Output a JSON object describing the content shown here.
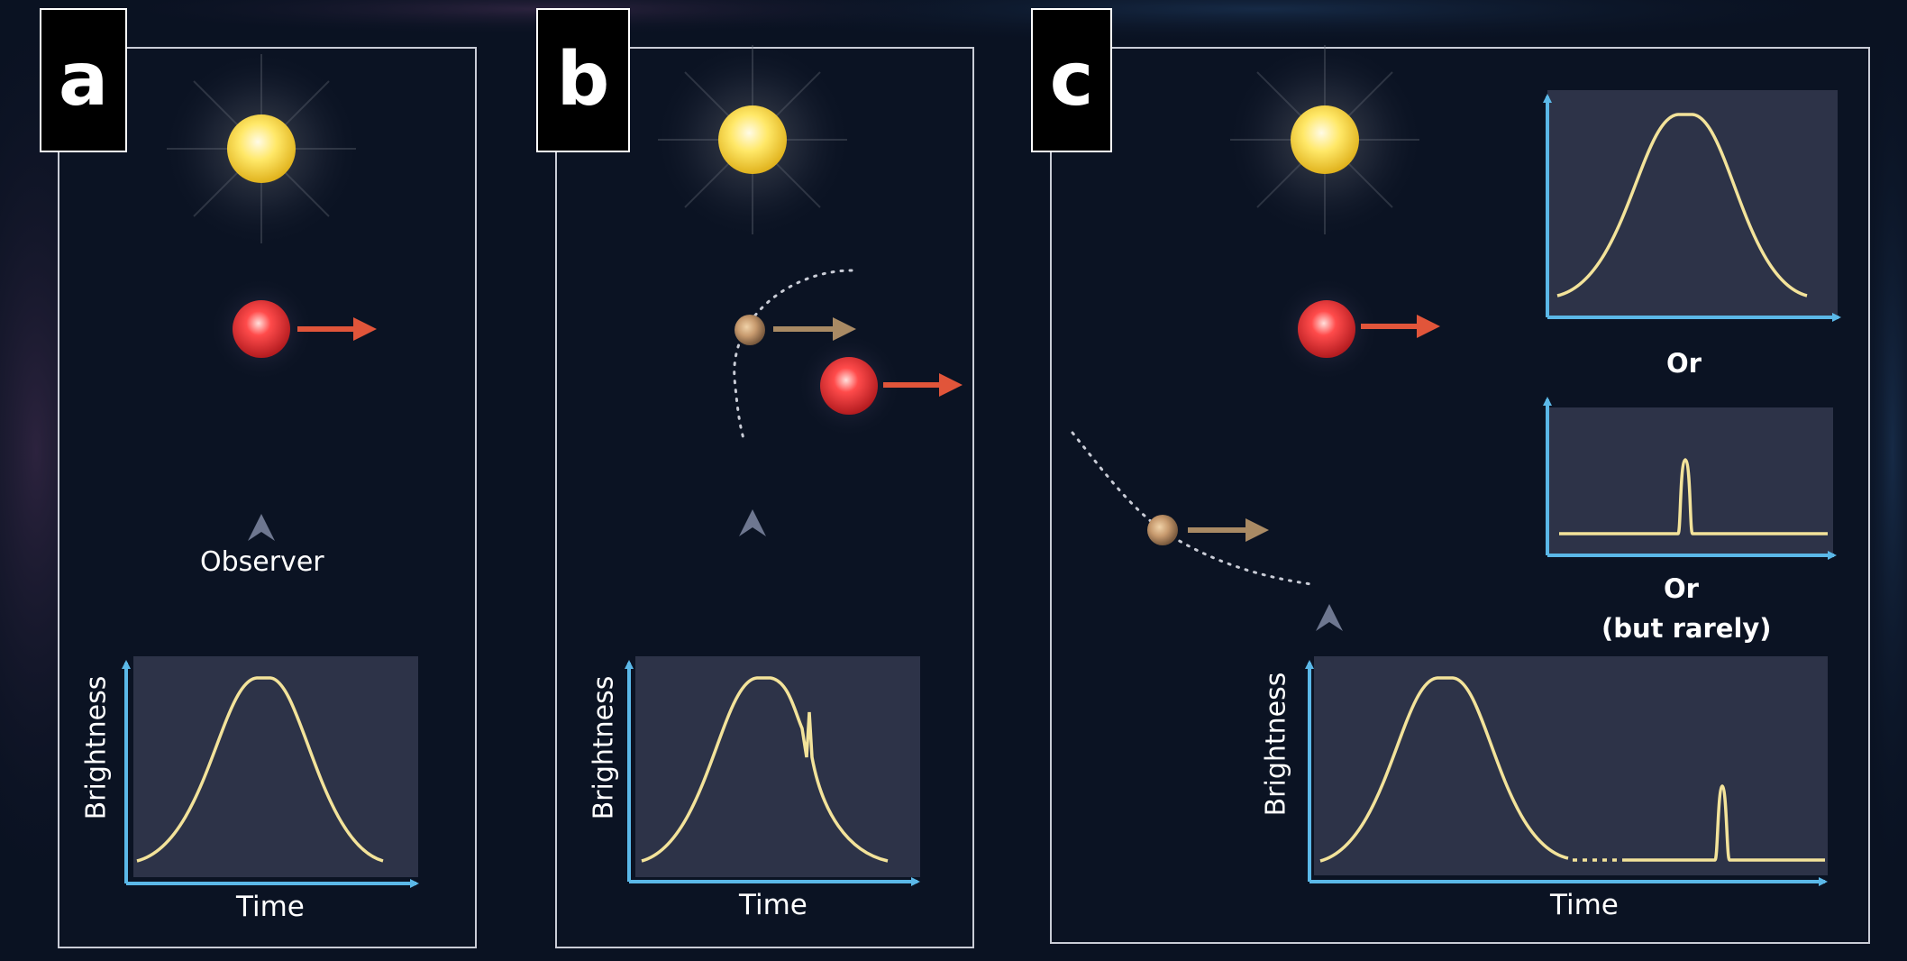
{
  "panels": [
    {
      "tag": "a",
      "observer_label": "Observer",
      "ylabel": "Brightness",
      "xlabel": "Time"
    },
    {
      "tag": "b",
      "ylabel": "Brightness",
      "xlabel": "Time"
    },
    {
      "tag": "c",
      "ylabel": "Brightness",
      "xlabel": "Time",
      "or_1": "Or",
      "or_2": "Or",
      "or_2_note": "(but rarely)"
    }
  ],
  "colors": {
    "background": "#0a1222",
    "panel_border": "#c9ccd6",
    "plot_bg": "#2d3348",
    "axis": "#5bb8e8",
    "curve": "#f3e39a",
    "arrow_red": "#e1553a",
    "arrow_tan": "#a98a64",
    "observer": "#6e7790"
  },
  "icons": [
    "sun-icon",
    "red-star-lens-icon",
    "planet-icon",
    "observer-marker-icon",
    "direction-arrow-icon"
  ]
}
